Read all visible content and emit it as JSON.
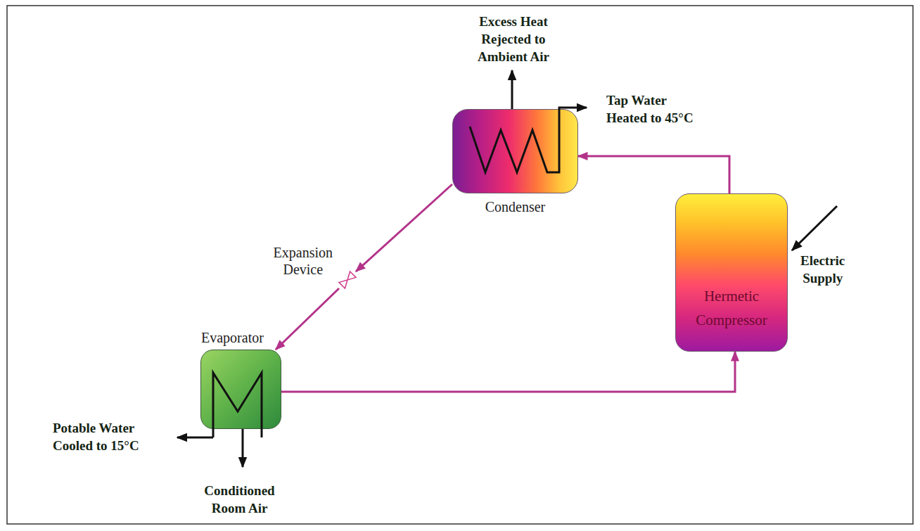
{
  "diagram": {
    "nodes": [
      {
        "text": [
          "Condenser"
        ]
      },
      {
        "text": [
          "Hermetic Compressor"
        ]
      },
      {
        "text": [
          "Expansion Device"
        ]
      },
      {
        "text": [
          "Evaporator"
        ]
      }
    ],
    "edges": [
      {
        "from": 1,
        "to": 0,
        "arrow": "to"
      },
      {
        "from": 0,
        "to": 2,
        "arrow": "to"
      },
      {
        "from": 2,
        "to": 3,
        "arrow": "to"
      },
      {
        "from": 3,
        "to": 1,
        "arrow": "to"
      }
    ],
    "labels": [
      "Excess Heat Rejected to Ambient Air",
      "Tap Water Heated to 45°C",
      "Electric Supply",
      "Potable Water Cooled to 15°C",
      "Conditioned Room Air"
    ]
  }
}
